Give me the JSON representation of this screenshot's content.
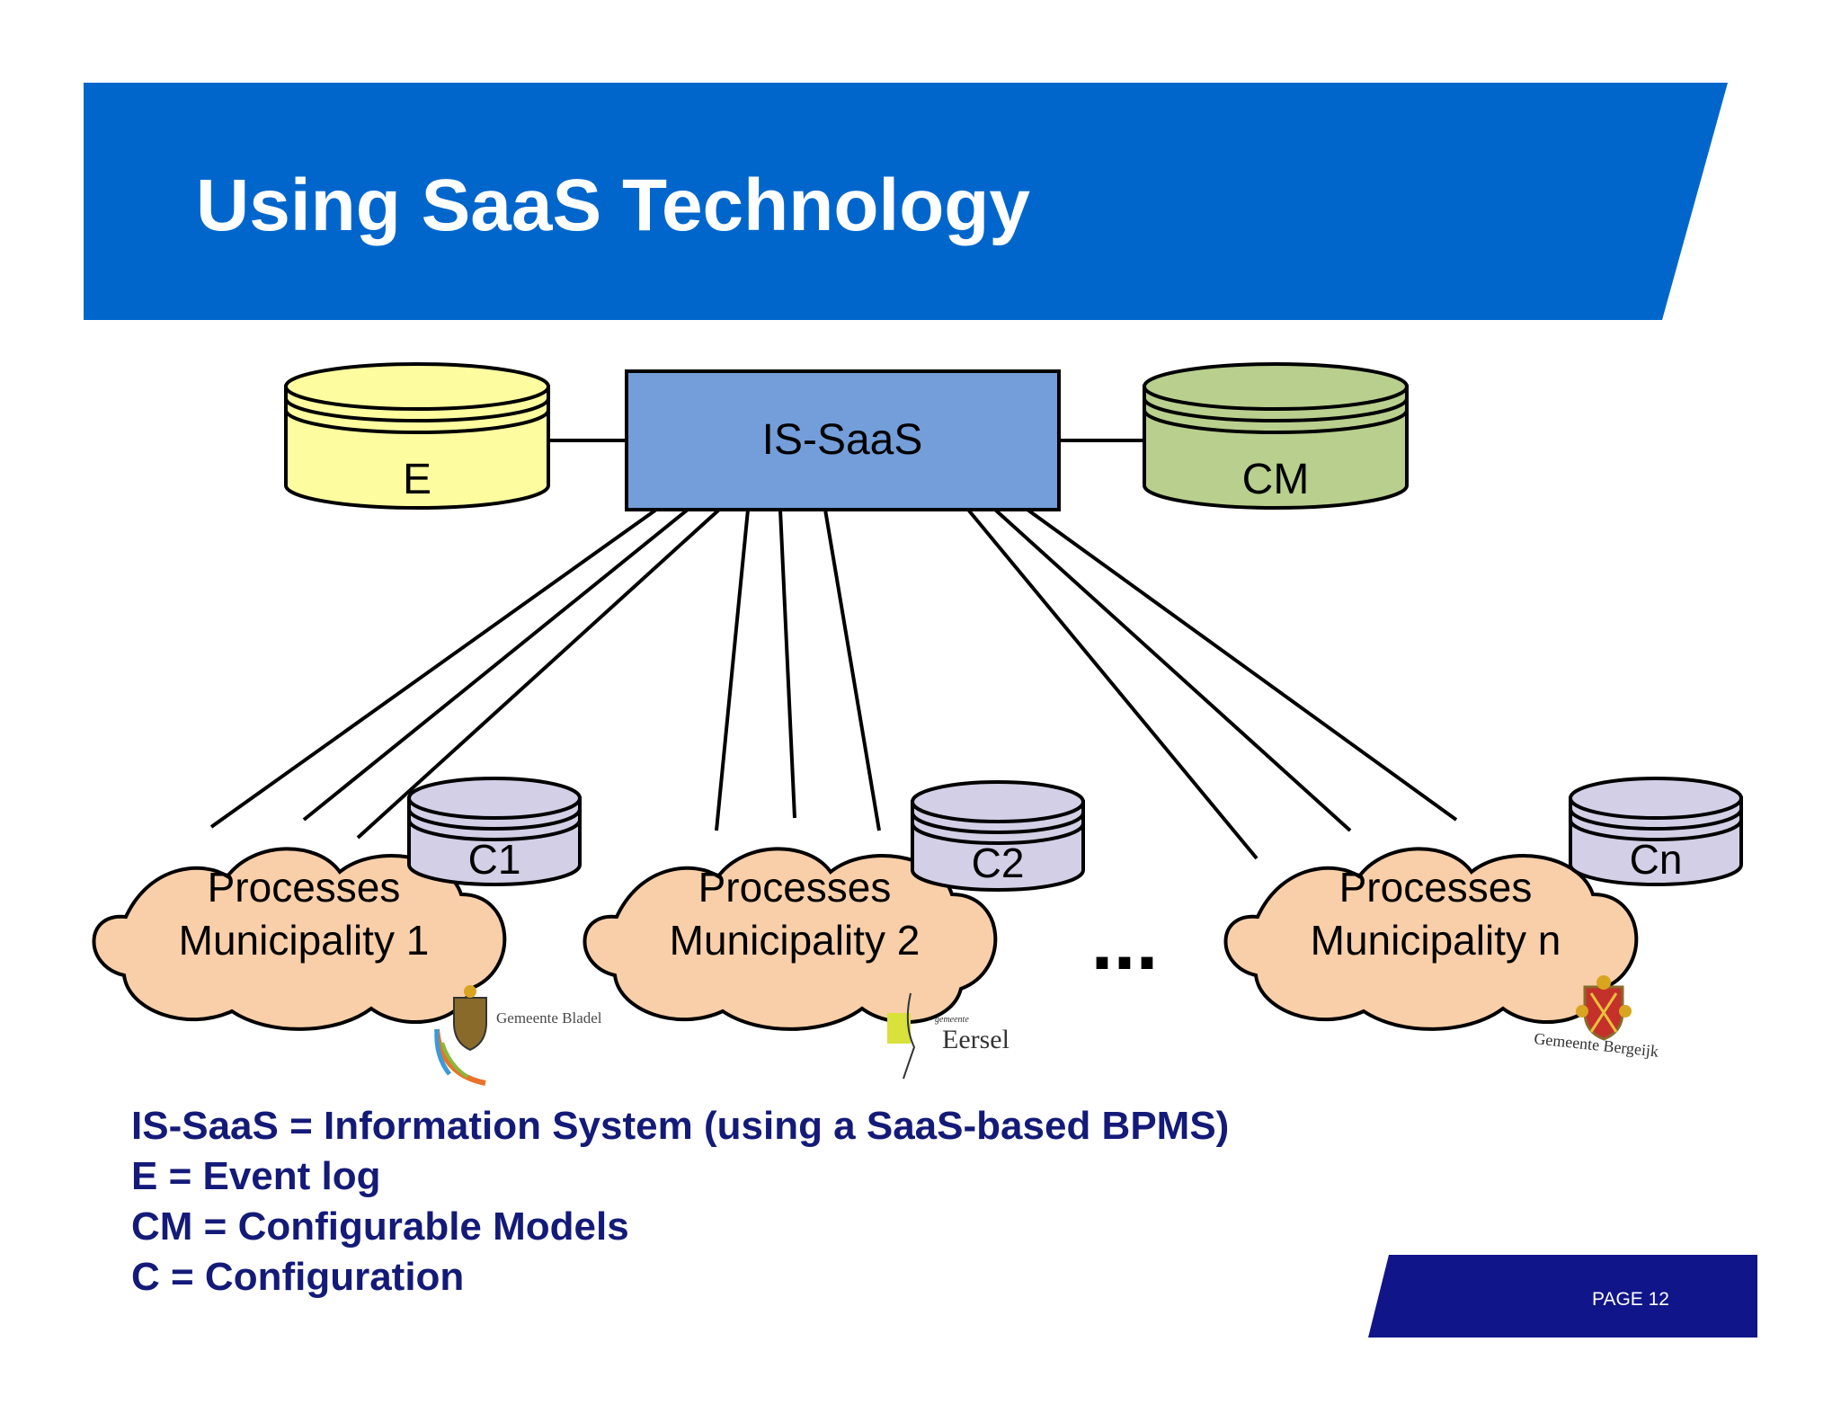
{
  "title": "Using SaaS Technology",
  "colors": {
    "title_band": "#0066cc",
    "footer_band": "#10158a",
    "event_log_db": "#fdfda0",
    "models_db": "#b9cf8e",
    "config_db": "#d3cfe6",
    "is_saas_box": "#739ed9",
    "cloud": "#f9cfa9",
    "legend_text": "#141a78"
  },
  "diagram": {
    "is_saas": "IS-SaaS",
    "event_log": "E",
    "models": "CM",
    "ellipsis": "...",
    "municipalities": [
      {
        "line1": "Processes",
        "line2": "Municipality 1",
        "config": "C1",
        "logo_text": "Gemeente Bladel"
      },
      {
        "line1": "Processes",
        "line2": "Municipality 2",
        "config": "C2",
        "logo_small": "gemeente",
        "logo_text": "Eersel"
      },
      {
        "line1": "Processes",
        "line2": "Municipality n",
        "config": "Cn",
        "logo_text": "Gemeente Bergeijk"
      }
    ]
  },
  "legend": [
    "IS-SaaS = Information System (using a SaaS-based BPMS)",
    "E = Event log",
    "CM = Configurable Models",
    "C = Configuration"
  ],
  "footer": {
    "page": "PAGE 12"
  }
}
